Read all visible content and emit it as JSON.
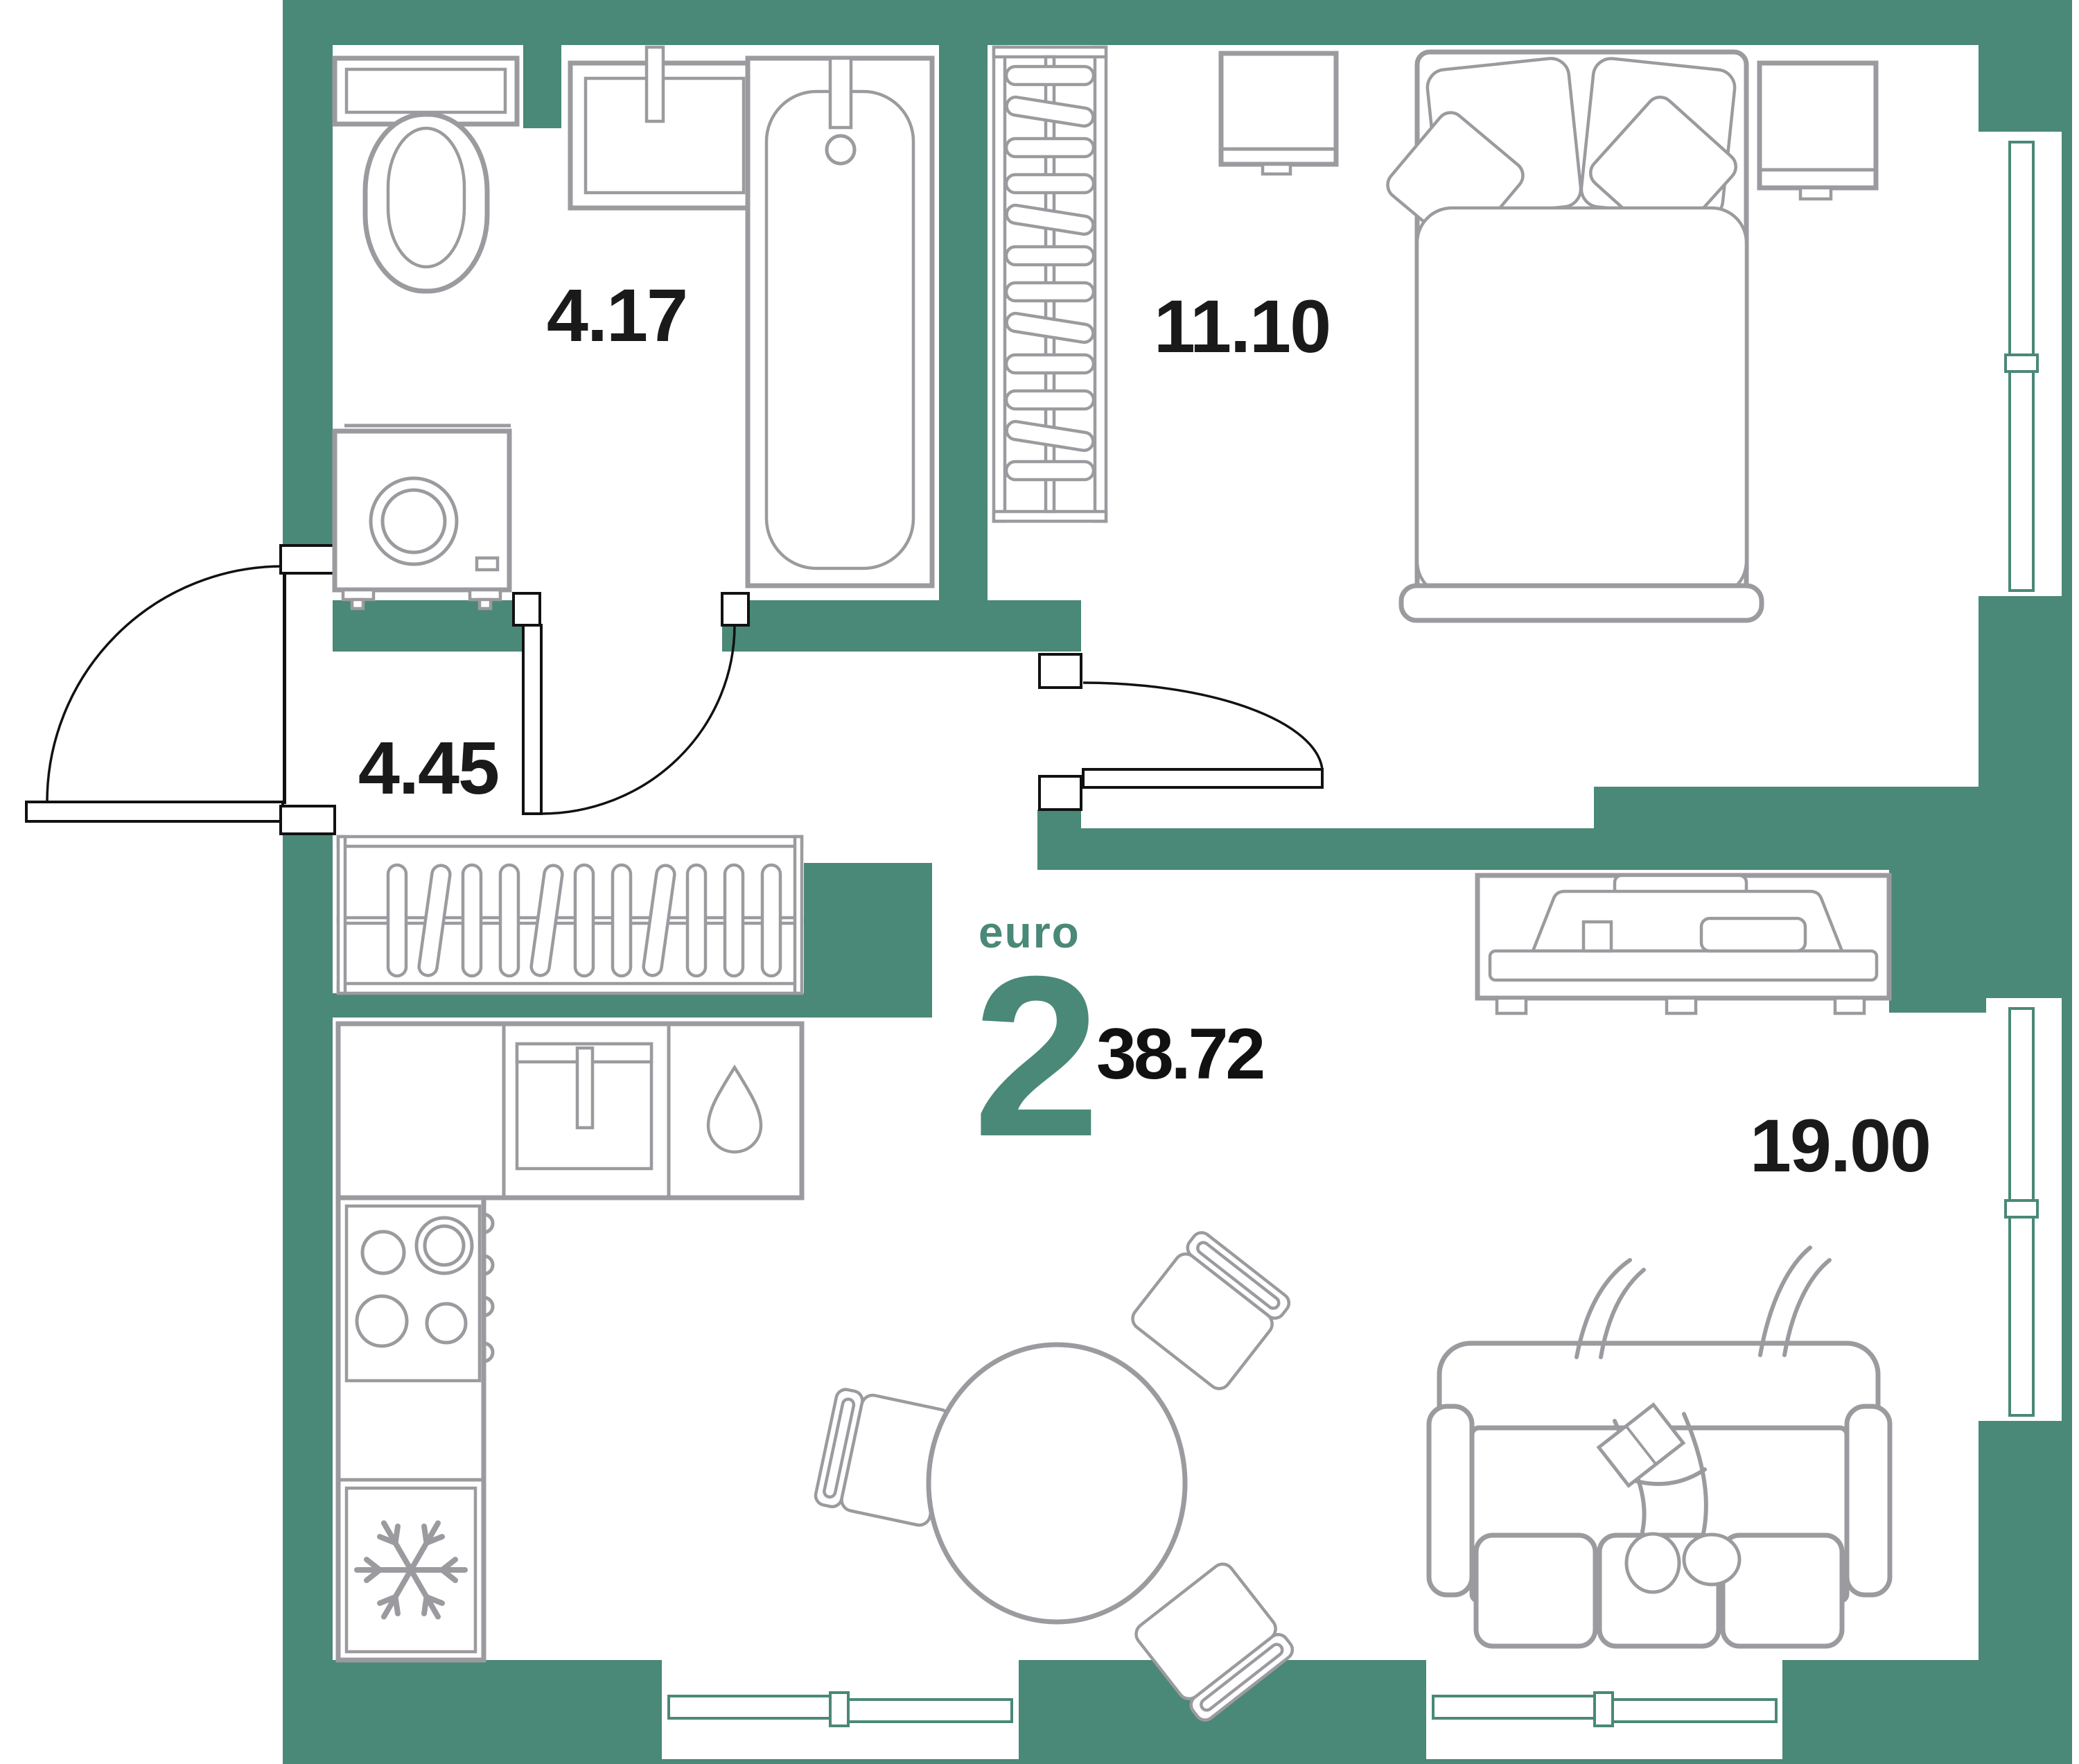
{
  "plan": {
    "type_label": "euro",
    "rooms_count": "2",
    "total_area": "38.72",
    "rooms": [
      {
        "id": "bathroom",
        "area": "4.17"
      },
      {
        "id": "bedroom",
        "area": "11.10"
      },
      {
        "id": "hallway",
        "area": "4.45"
      },
      {
        "id": "living-kitchen",
        "area": "19.00"
      }
    ],
    "colors": {
      "wall": "#4a8877",
      "furniture": "#9b9b9f",
      "label": "#1a1a1a",
      "accent_text": "#4a8877",
      "background": "#ffffff"
    },
    "icons": [
      "toilet-icon",
      "sink-icon",
      "bathtub-icon",
      "washing-machine-icon",
      "wardrobe-hangers-icon",
      "bed-icon",
      "pillow-icon",
      "desk-icon",
      "nightstand-icon",
      "coat-rack-icon",
      "kitchen-sink-icon",
      "water-drop-icon",
      "stove-icon",
      "fridge-icon",
      "snowflake-icon",
      "tv-stand-icon",
      "dining-table-icon",
      "chair-icon",
      "sofa-icon",
      "reading-person-icon",
      "window-icon",
      "door-swing-icon"
    ]
  }
}
